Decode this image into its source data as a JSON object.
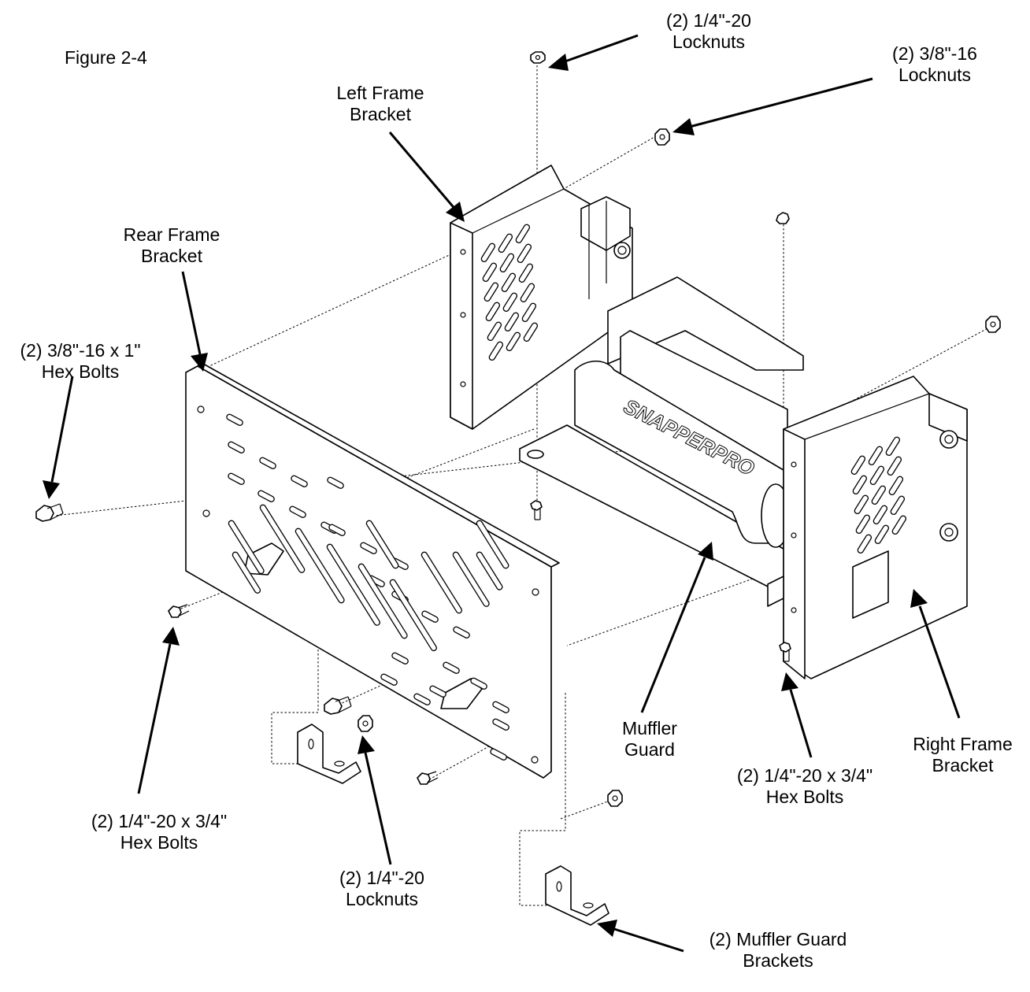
{
  "figure_label": "Figure 2-4",
  "callouts": {
    "locknuts_top": [
      "(2) 1/4\"-20",
      "Locknuts"
    ],
    "locknuts_38": [
      "(2) 3/8\"-16",
      "Locknuts"
    ],
    "left_frame_bracket": [
      "Left Frame",
      "Bracket"
    ],
    "rear_frame_bracket": [
      "Rear Frame",
      "Bracket"
    ],
    "hex_bolts_38": [
      "(2) 3/8\"-16 x 1\"",
      "Hex Bolts"
    ],
    "hex_bolts_14_left": [
      "(2) 1/4\"-20 x 3/4\"",
      "Hex Bolts"
    ],
    "locknuts_bottom": [
      "(2) 1/4\"-20",
      "Locknuts"
    ],
    "muffler_guard": [
      "Muffler",
      "Guard"
    ],
    "hex_bolts_14_right": [
      "(2) 1/4\"-20 x 3/4\"",
      "Hex Bolts"
    ],
    "right_frame_bracket": [
      "Right Frame",
      "Bracket"
    ],
    "muffler_guard_brackets": [
      "(2) Muffler Guard",
      "Brackets"
    ]
  },
  "logo_text": "SNAPPERPRO"
}
